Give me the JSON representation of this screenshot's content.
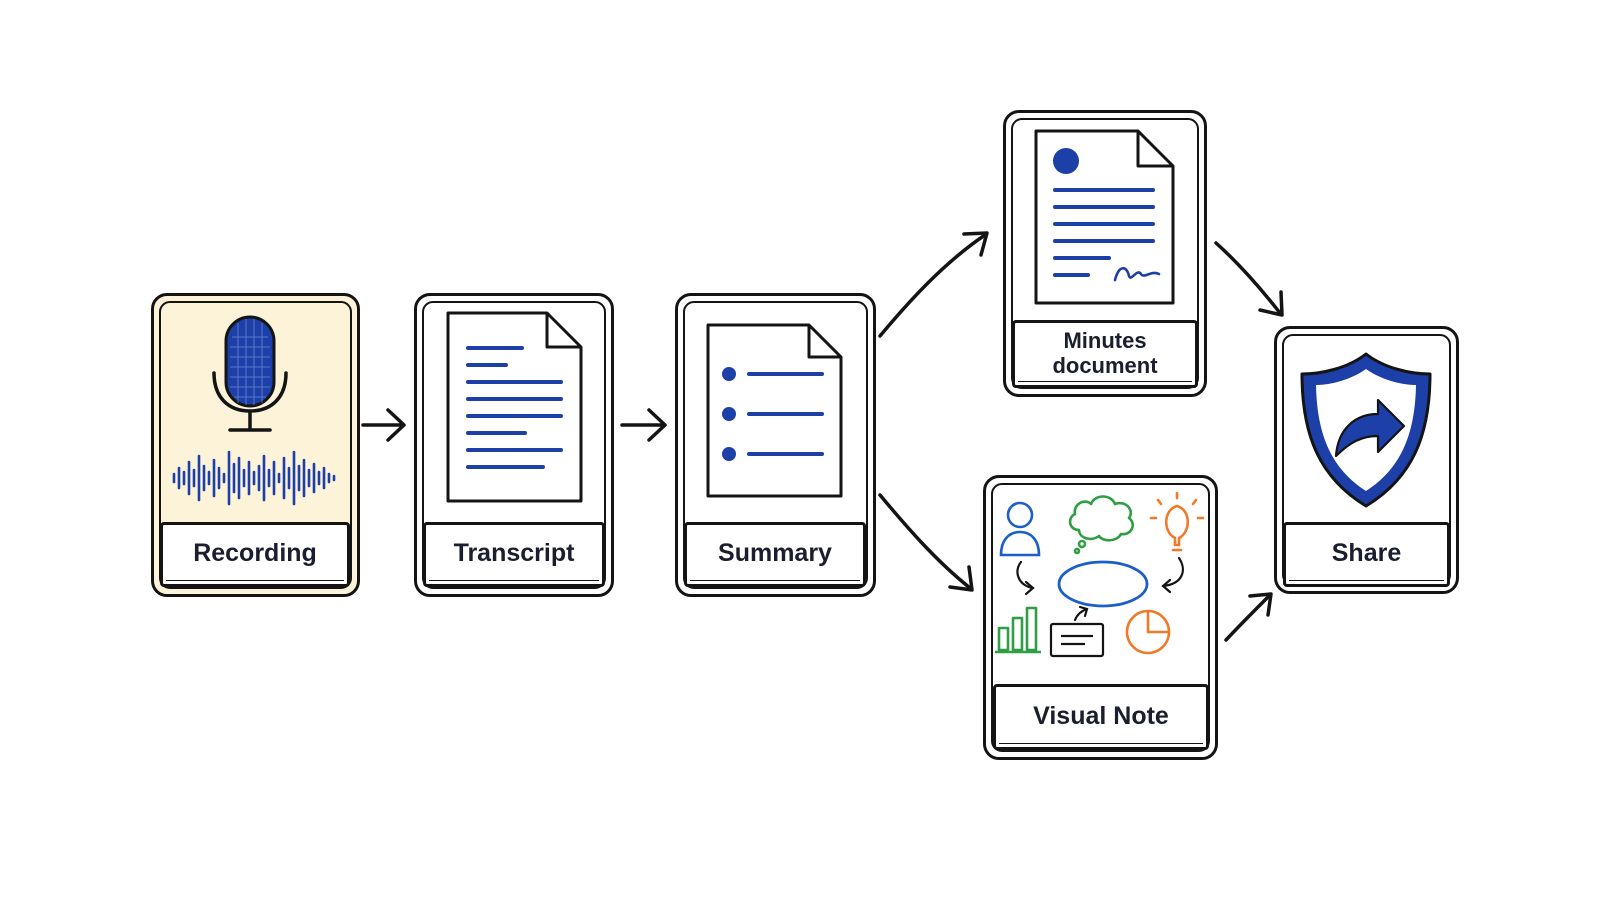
{
  "nodes": {
    "recording": {
      "label": "Recording"
    },
    "transcript": {
      "label": "Transcript"
    },
    "summary": {
      "label": "Summary"
    },
    "minutes": {
      "label_line1": "Minutes",
      "label_line2": "document"
    },
    "visual_note": {
      "label": "Visual Note"
    },
    "share": {
      "label": "Share"
    }
  },
  "edges": [
    {
      "from": "recording",
      "to": "transcript"
    },
    {
      "from": "transcript",
      "to": "summary"
    },
    {
      "from": "summary",
      "to": "minutes"
    },
    {
      "from": "summary",
      "to": "visual_note"
    },
    {
      "from": "minutes",
      "to": "share"
    },
    {
      "from": "visual_note",
      "to": "share"
    }
  ],
  "colors": {
    "stroke": "#141414",
    "accent_blue": "#1c3fa8",
    "recording_bg": "#fcf3d9",
    "green": "#2f9e44",
    "orange": "#f07a2a"
  },
  "icons": {
    "recording": [
      "microphone-icon",
      "sound-wave-icon"
    ],
    "transcript": "document-lines-icon",
    "summary": "bullet-list-document-icon",
    "minutes": "signed-document-icon",
    "visual_note": [
      "person-icon",
      "thought-cloud-icon",
      "lightbulb-icon",
      "bar-chart-icon",
      "note-card-icon",
      "pie-chart-icon"
    ],
    "share": "shield-share-icon"
  }
}
